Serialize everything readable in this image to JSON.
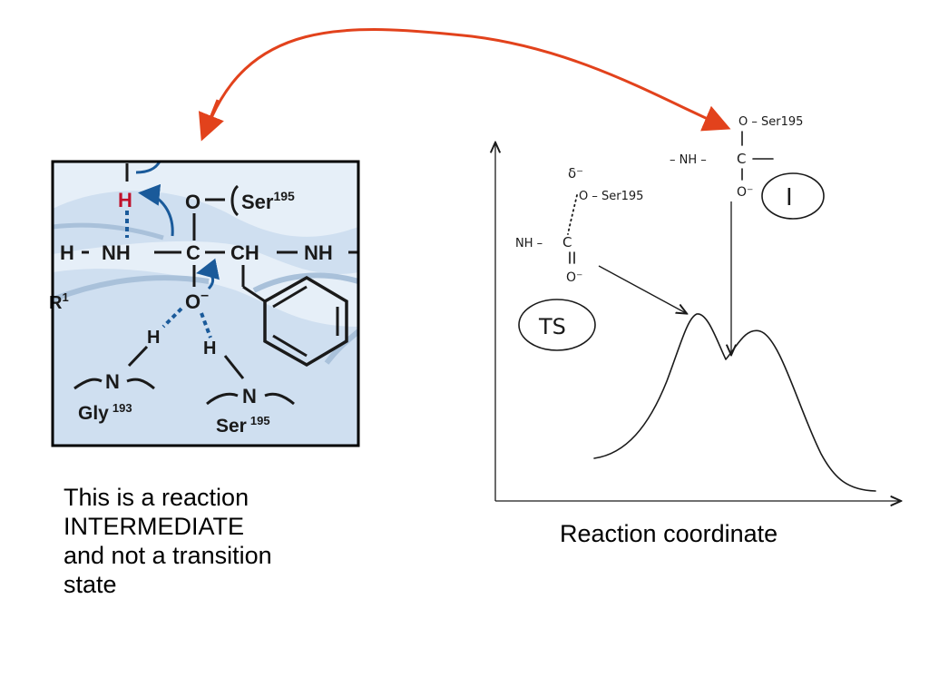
{
  "caption": {
    "line1": "This is a reaction",
    "line2": "INTERMEDIATE",
    "line3": "and not a transition",
    "line4": "state"
  },
  "axis": {
    "x_label": "Reaction coordinate"
  },
  "structure": {
    "ser_top": "Ser",
    "ser_top_sup": "195",
    "atom_h_red": "H",
    "atom_o_top": "O",
    "atom_o_minus": "O",
    "minus": "–",
    "atom_c": "C",
    "group_ch_left": "H",
    "group_nh_left": "NH",
    "group_ch_right": "CH",
    "group_nh_right": "NH",
    "r_fragment": "R",
    "r_sup": "1",
    "h_left": "H",
    "h_right": "H",
    "n_left": "N",
    "n_right": "N",
    "gly": "Gly",
    "gly_sup": "193",
    "ser_bottom": "Ser",
    "ser_bottom_sup": "195"
  },
  "handwritten": {
    "ts_label": "TS",
    "i_label": "I",
    "ts_nh": "NH –",
    "ts_c": "C",
    "ts_o_ser": "O – Ser195",
    "ts_delta": "δ⁻",
    "ts_o_minus": "O⁻",
    "i_nh": "– NH –",
    "i_c": "C",
    "i_o_ser": "O – Ser195",
    "i_o_minus": "O⁻"
  },
  "colors": {
    "arrow": "#e2421c",
    "bond_blue": "#1a5a9a",
    "hydrogen_red": "#c0102a",
    "panel_bg": "#cfdff0",
    "panel_band": "#e6eff8"
  }
}
